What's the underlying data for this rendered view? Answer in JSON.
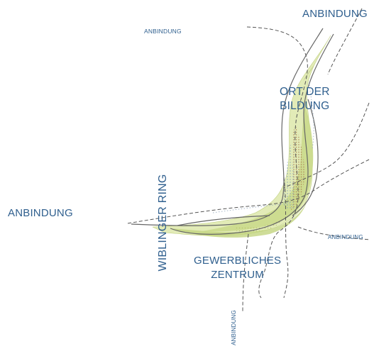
{
  "labels": {
    "anbindung_top_right": "ANBINDUNG",
    "anbindung_top_left": "ANBINDUNG",
    "anbindung_left": "ANBINDUNG",
    "anbindung_right": "ANBINDUNG",
    "anbindung_bottom": "ANBINDUNG",
    "ort_der_bildung": [
      "ORT DER",
      "BILDUNG"
    ],
    "gewerbliches_zentrum": [
      "GEWERBLICHES",
      "ZENTRUM"
    ],
    "wiblinger_ring": "WIBLINGER RING"
  },
  "colors": {
    "label_text": "#2f5f8e",
    "green_fill": "#c9d98a",
    "green_light": "#e2ebb5",
    "line_gray": "#6b6b6b",
    "dotted_blue": "#9fb3c8",
    "brown_hatch": "#b48a5e"
  }
}
